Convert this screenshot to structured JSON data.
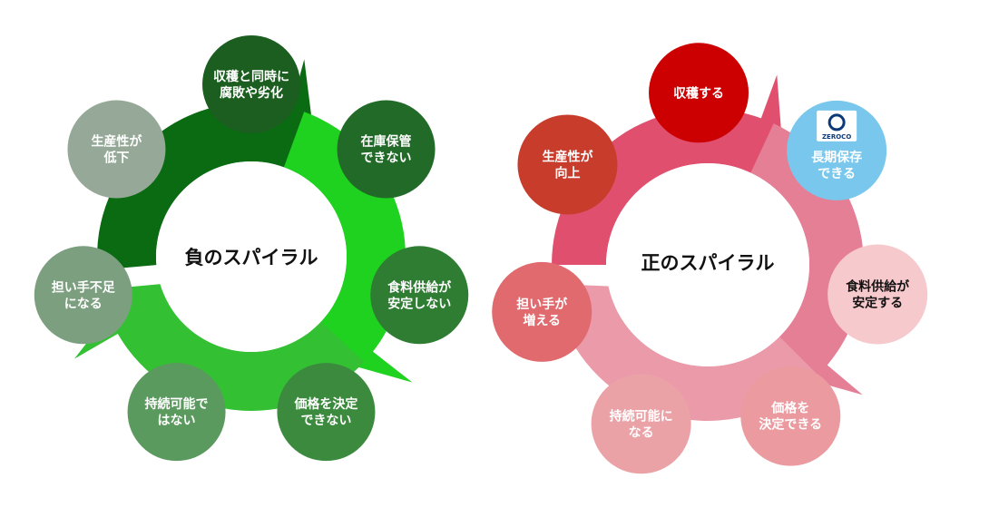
{
  "negative": {
    "title": "負のスパイラル",
    "ring_colors": [
      "#0b6b12",
      "#1fd21f",
      "#33c033"
    ],
    "nodes": [
      {
        "lines": [
          "収穫と同時に",
          "腐敗や劣化"
        ],
        "color": "#1b5e20",
        "text_color": "#ffffff"
      },
      {
        "lines": [
          "在庫保管",
          "できない"
        ],
        "color": "#216a27",
        "text_color": "#ffffff"
      },
      {
        "lines": [
          "食料供給が",
          "安定しない"
        ],
        "color": "#2e7d32",
        "text_color": "#ffffff"
      },
      {
        "lines": [
          "価格を決定",
          "できない"
        ],
        "color": "#3b8a3e",
        "text_color": "#ffffff"
      },
      {
        "lines": [
          "持続可能で",
          "はない"
        ],
        "color": "#5b9a5e",
        "text_color": "#ffffff"
      },
      {
        "lines": [
          "担い手不足",
          "になる"
        ],
        "color": "#7c9f80",
        "text_color": "#ffffff"
      },
      {
        "lines": [
          "生産性が",
          "低下"
        ],
        "color": "#96a998",
        "text_color": "#ffffff"
      }
    ]
  },
  "positive": {
    "title": "正のスパイラル",
    "ring_colors": [
      "#e0506e",
      "#e47f95",
      "#ea9aa8"
    ],
    "nodes": [
      {
        "lines": [
          "収穫する"
        ],
        "color": "#cc0000",
        "text_color": "#ffffff"
      },
      {
        "lines": [
          "長期保存",
          "できる"
        ],
        "color": "#79c7ec",
        "text_color": "#ffffff",
        "logo": "ZEROCO"
      },
      {
        "lines": [
          "食料供給が",
          "安定する"
        ],
        "color": "#f6c9cd",
        "text_color": "#111111"
      },
      {
        "lines": [
          "価格を",
          "決定できる"
        ],
        "color": "#eb9a9f",
        "text_color": "#ffffff"
      },
      {
        "lines": [
          "持続可能に",
          "なる"
        ],
        "color": "#eba2a7",
        "text_color": "#ffffff"
      },
      {
        "lines": [
          "担い手が",
          "増える"
        ],
        "color": "#e06a6e",
        "text_color": "#ffffff"
      },
      {
        "lines": [
          "生産性が",
          "向上"
        ],
        "color": "#c83c2c",
        "text_color": "#ffffff"
      }
    ]
  }
}
